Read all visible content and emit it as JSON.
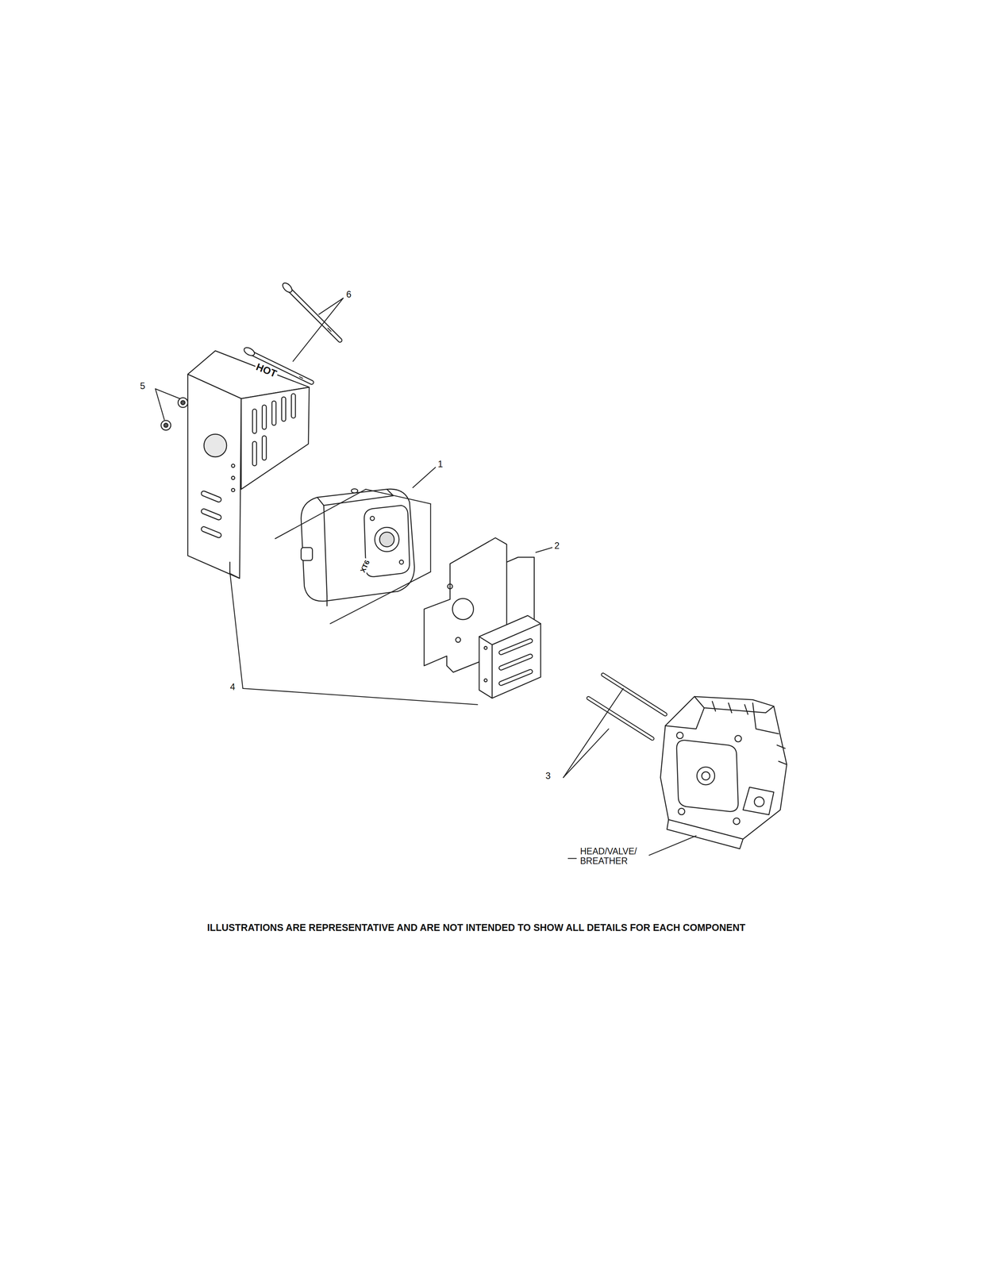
{
  "diagram": {
    "caption": "ILLUSTRATIONS ARE REPRESENTATIVE AND ARE NOT INTENDED TO SHOW ALL DETAILS FOR EACH COMPONENT",
    "labels": [
      "6",
      "5",
      "HOT",
      "1",
      "XT6",
      "2",
      "4",
      "3",
      "HEAD/VALVE/ BREATHER"
    ]
  }
}
